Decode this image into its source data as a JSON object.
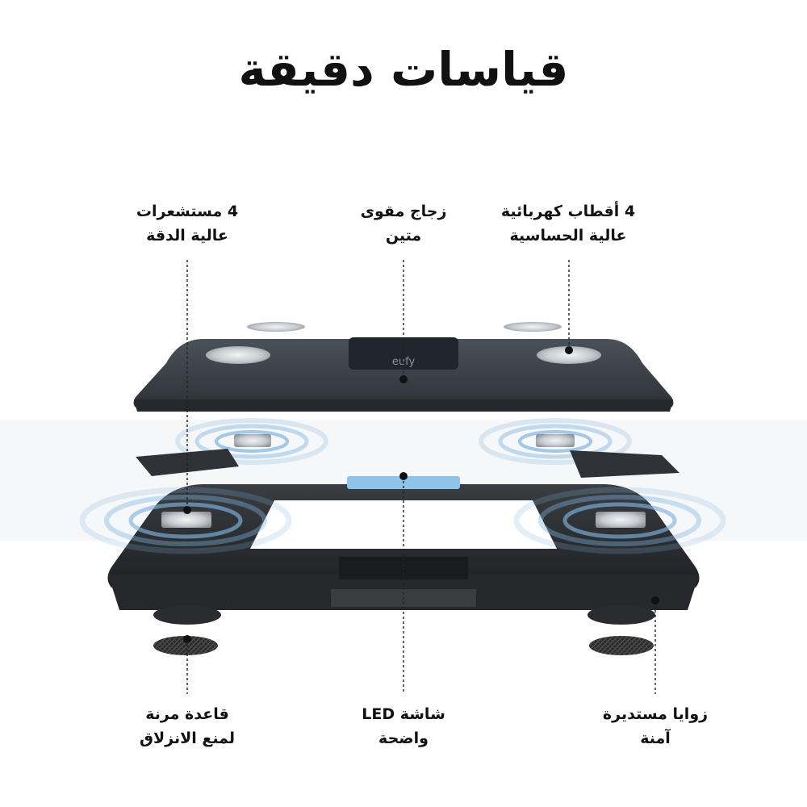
{
  "title": "قياسات دقيقة",
  "features": {
    "sensors": {
      "line1": "4 مستشعرات",
      "line2": "عالية الدقة"
    },
    "glass": {
      "line1": "زجاج مقوى",
      "line2": "متين"
    },
    "electrodes": {
      "line1": "4 أقطاب كهربائية",
      "line2": "عالية الحساسية"
    },
    "base": {
      "line1": "قاعدة مرنة",
      "line2": "لمنع الانزلاق"
    },
    "display": {
      "line1": "شاشة LED",
      "line2": "واضحة"
    },
    "corners": {
      "line1": "زوايا مستديرة",
      "line2": "آمنة"
    }
  },
  "product": {
    "brand": "eufy"
  },
  "colors": {
    "glass_top": "#3a4046",
    "frame": "#2b2e31",
    "sensor_wave": "#7fb4e0",
    "display_blue": "#8ec3ea",
    "electrode": "#c9cdd2"
  }
}
